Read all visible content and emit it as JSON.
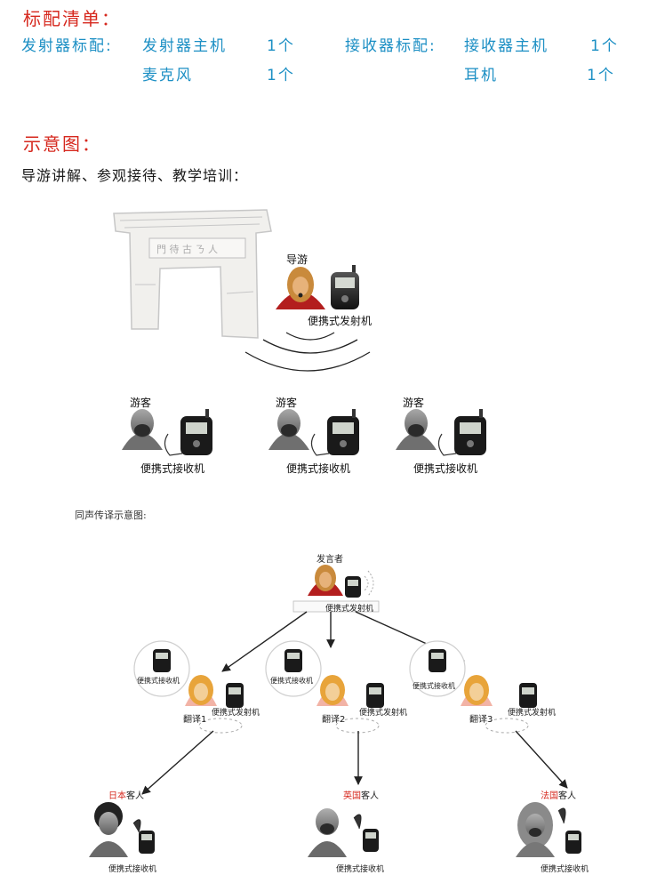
{
  "config": {
    "title": "标配清单：",
    "transmitter_label": "发射器标配:",
    "transmitter_items": [
      {
        "name": "发射器主机",
        "qty": "1个"
      },
      {
        "name": "麦克风",
        "qty": "1个"
      }
    ],
    "receiver_label": "接收器标配:",
    "receiver_items": [
      {
        "name": "接收器主机",
        "qty": "1个"
      },
      {
        "name": "耳机",
        "qty": "1个"
      }
    ]
  },
  "diagram_title": "示意图：",
  "guide_section": {
    "subtitle": "导游讲解、参观接待、教学培训：",
    "guide_label": "导游",
    "transmitter_label": "便携式发射机",
    "tourists": [
      {
        "label": "游客",
        "device": "便携式接收机"
      },
      {
        "label": "游客",
        "device": "便携式接收机"
      },
      {
        "label": "游客",
        "device": "便携式接收机"
      }
    ]
  },
  "interp_section": {
    "subtitle": "同声传译示意图:",
    "speaker_label": "发言者",
    "speaker_device": "便携式发射机",
    "translators": [
      {
        "bubble": "便携式接收机",
        "label": "翻译1",
        "device": "便携式发射机"
      },
      {
        "bubble": "便携式接收机",
        "label": "翻译2",
        "device": "便携式发射机"
      },
      {
        "bubble": "便携式接收机",
        "label": "翻译3",
        "device": "便携式发射机"
      }
    ],
    "guests": [
      {
        "country": "日本",
        "suffix": "客人",
        "device": "便携式接收机"
      },
      {
        "country": "英国",
        "suffix": "客人",
        "device": "便携式接收机"
      },
      {
        "country": "法国",
        "suffix": "客人",
        "device": "便携式接收机"
      }
    ]
  },
  "colors": {
    "accent_red": "#d6281e",
    "accent_blue": "#1c8fc4"
  }
}
